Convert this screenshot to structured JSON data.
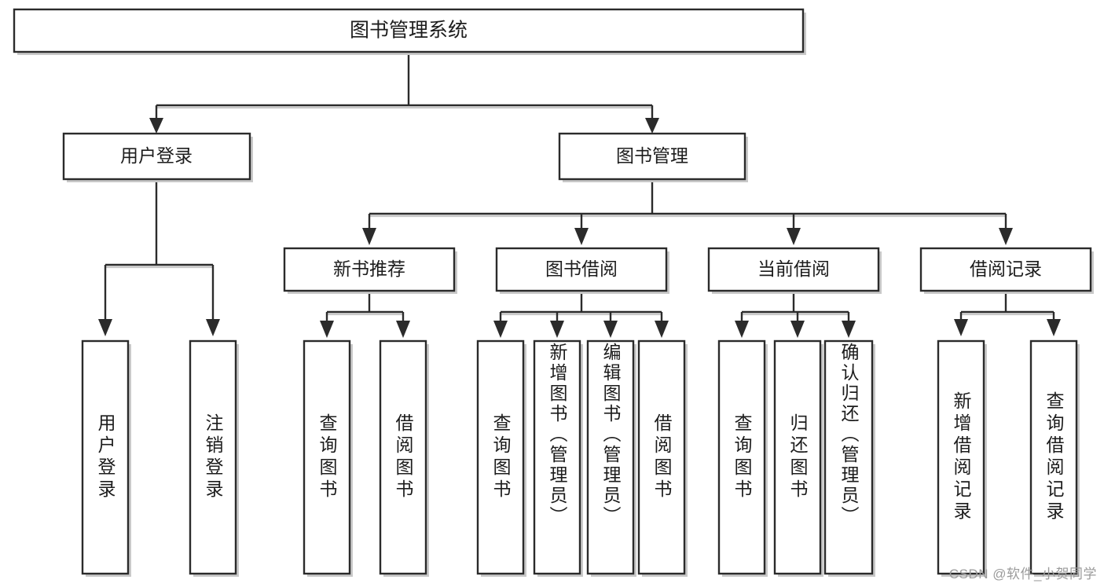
{
  "diagram": {
    "type": "tree",
    "orientation": "top-down",
    "title": "图书管理系统",
    "colors": {
      "box_stroke": "#2b2b2b",
      "box_fill": "#ffffff",
      "shadow": "#c9c9c9",
      "text": "#1c1c1c",
      "watermark": "#9b9b9b"
    },
    "root": {
      "label": "图书管理系统"
    },
    "level1": [
      {
        "label": "用户登录"
      },
      {
        "label": "图书管理"
      }
    ],
    "level2": [
      {
        "label": "新书推荐"
      },
      {
        "label": "图书借阅"
      },
      {
        "label": "当前借阅"
      },
      {
        "label": "借阅记录"
      }
    ],
    "leaves": {
      "user_login": [
        {
          "label": "用户登录"
        },
        {
          "label": "注销登录"
        }
      ],
      "new_book_recommend": [
        {
          "label": "查询图书"
        },
        {
          "label": "借阅图书"
        }
      ],
      "book_borrow": [
        {
          "label": "查询图书"
        },
        {
          "label": "新增图书（管理员）"
        },
        {
          "label": "编辑图书（管理员）"
        },
        {
          "label": "借阅图书"
        }
      ],
      "current_borrow": [
        {
          "label": "查询图书"
        },
        {
          "label": "归还图书"
        },
        {
          "label": "确认归还（管理员）"
        }
      ],
      "borrow_record": [
        {
          "label": "新增借阅记录"
        },
        {
          "label": "查询借阅记录"
        }
      ]
    }
  },
  "watermark": {
    "text": "CSDN @软件_小贺同学"
  }
}
